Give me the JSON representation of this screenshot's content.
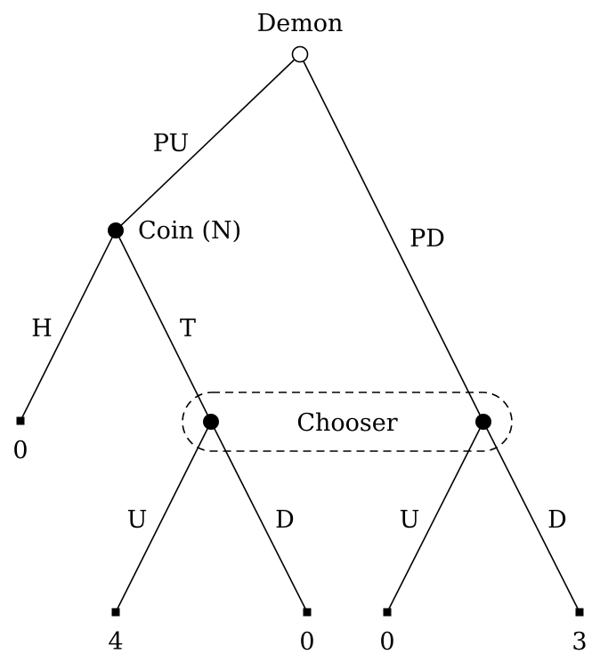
{
  "nodes": {
    "root": {
      "label": "Demon"
    },
    "coin": {
      "label": "Coin (N)"
    }
  },
  "info_set": {
    "label": "Chooser"
  },
  "edges": {
    "pu": "PU",
    "pd": "PD",
    "h": "H",
    "t": "T",
    "u_left": "U",
    "d_left": "D",
    "u_right": "U",
    "d_right": "D"
  },
  "payoffs": {
    "h": "0",
    "tu": "4",
    "td": "0",
    "pdu": "0",
    "pdd": "3"
  }
}
